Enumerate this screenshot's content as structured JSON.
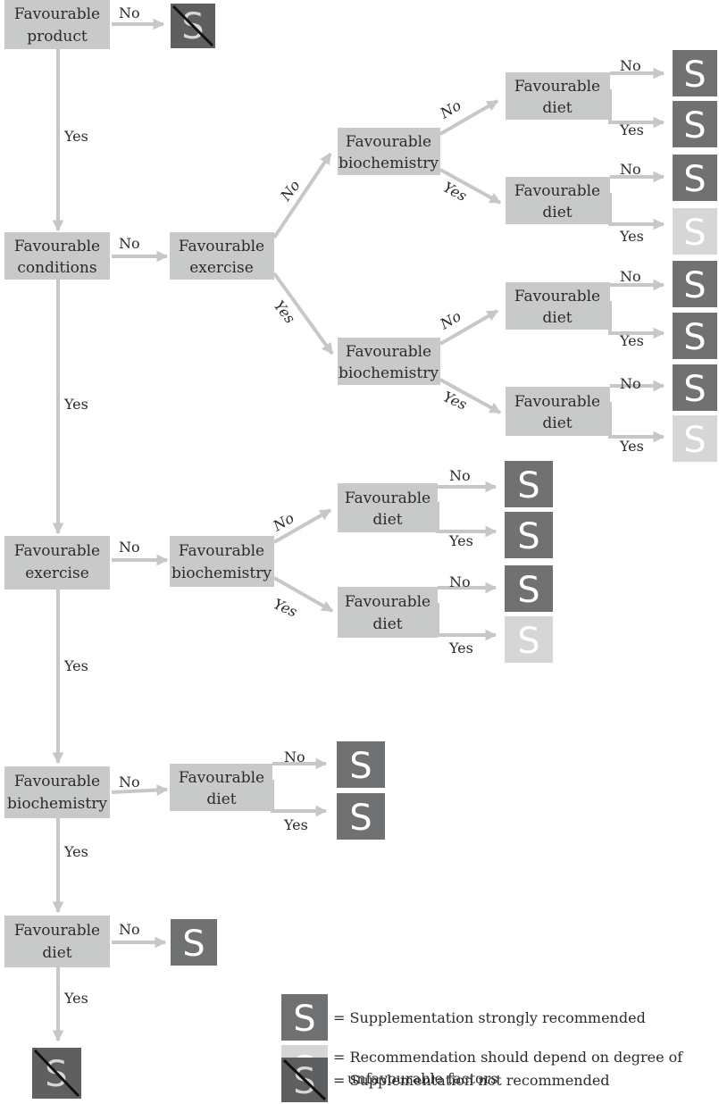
{
  "colors": {
    "node_fill": "#c8c9c9",
    "connector": "#c6c7c7",
    "strong": "#707172",
    "conditional": "#d5d6d6",
    "not_recommended": "#5e5f60"
  },
  "nodes": {
    "product": [
      "Favourable",
      "product"
    ],
    "conditions": [
      "Favourable",
      "conditions"
    ],
    "exercise_main": [
      "Favourable",
      "exercise"
    ],
    "biochemistry_main": [
      "Favourable",
      "biochemistry"
    ],
    "diet_main": [
      "Favourable",
      "diet"
    ],
    "c_exercise": [
      "Favourable",
      "exercise"
    ],
    "c_bio_no": [
      "Favourable",
      "biochemistry"
    ],
    "c_bio_yes": [
      "Favourable",
      "biochemistry"
    ],
    "c_diet_1": [
      "Favourable",
      "diet"
    ],
    "c_diet_2": [
      "Favourable",
      "diet"
    ],
    "c_diet_3": [
      "Favourable",
      "diet"
    ],
    "c_diet_4": [
      "Favourable",
      "diet"
    ],
    "e_bio": [
      "Favourable",
      "biochemistry"
    ],
    "e_diet_1": [
      "Favourable",
      "diet"
    ],
    "e_diet_2": [
      "Favourable",
      "diet"
    ],
    "b_diet": [
      "Favourable",
      "diet"
    ]
  },
  "labels": {
    "yes": "Yes",
    "no": "No"
  },
  "icon": {
    "letter": "S"
  },
  "legend": {
    "strong": "= Supplementation strongly recommended",
    "conditional": [
      "= Recommendation should depend on degree of",
      "unfavourable factors"
    ],
    "not_recommended": "= Supplementation not recommended"
  }
}
